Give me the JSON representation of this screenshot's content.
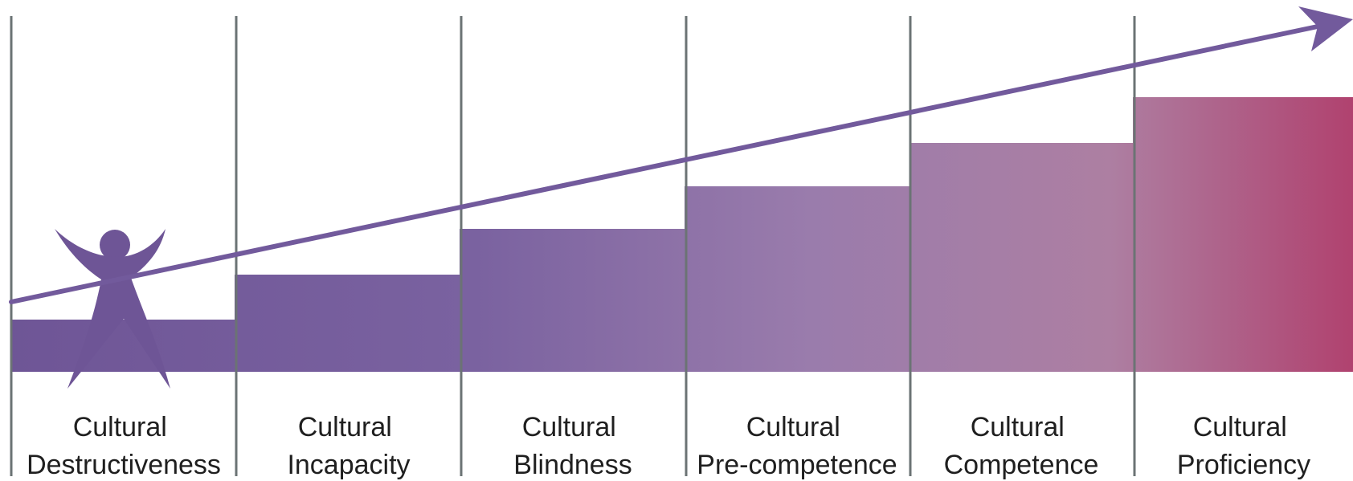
{
  "stages": [
    {
      "line1": "Cultural",
      "line2": "Destructiveness"
    },
    {
      "line1": "Cultural",
      "line2": "Incapacity"
    },
    {
      "line1": "Cultural",
      "line2": "Blindness"
    },
    {
      "line1": "Cultural",
      "line2": "Pre-competence"
    },
    {
      "line1": "Cultural",
      "line2": "Competence"
    },
    {
      "line1": "Cultural",
      "line2": "Proficiency"
    }
  ],
  "colors": {
    "start": "#6e5596",
    "mid": "#9a7cac",
    "end": "#b0426f",
    "arrow": "#725a9c",
    "divider": "#6b7374",
    "figure": "#6e5596"
  },
  "icons": {
    "figure": "person-arms-raised-icon",
    "arrow": "upward-arrow-icon"
  }
}
